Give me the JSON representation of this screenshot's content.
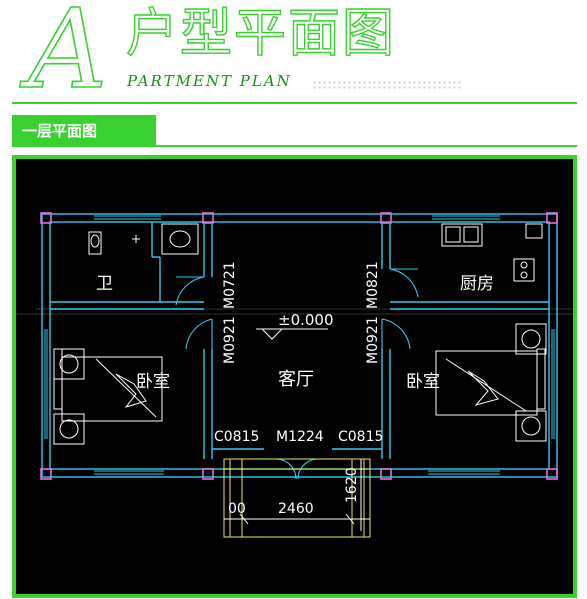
{
  "header": {
    "big_letter": "A",
    "title": "户型平面图",
    "subtitle": "PARTMENT PLAN"
  },
  "section_tab": {
    "label": "一层平面图"
  },
  "plan": {
    "rooms": {
      "bathroom": "卫",
      "kitchen": "厨房",
      "bedroom_left": "卧室",
      "bedroom_right": "卧室",
      "living_room": "客厅"
    },
    "door_labels": {
      "left_upper": "M0721",
      "left_lower": "M0921",
      "right_upper": "M0821",
      "right_lower": "M0921",
      "main_door": "M1224"
    },
    "window_labels": {
      "left": "C0815",
      "right": "C0815"
    },
    "elevation": "±0.000",
    "dimensions": {
      "left_cut": "00",
      "width": "2460",
      "depth": "1620"
    }
  },
  "colors": {
    "accent_green": "#38d130",
    "wall_cyan": "#35c8f0",
    "column_magenta": "#e070e0",
    "dimension_yellow": "#e8e85a",
    "furniture_white": "#ffffff"
  }
}
